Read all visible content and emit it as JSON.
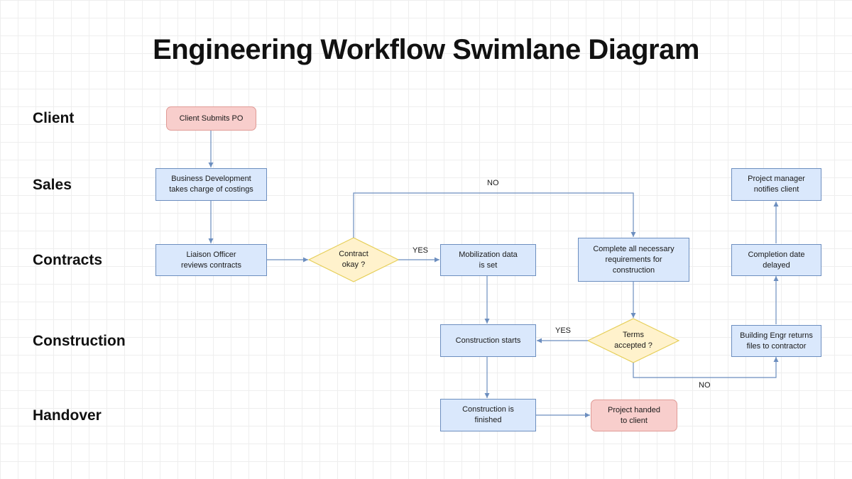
{
  "title": "Engineering Workflow Swimlane Diagram",
  "lanes": [
    "Client",
    "Sales",
    "Contracts",
    "Construction",
    "Handover"
  ],
  "colors": {
    "process_fill": "#dae8fc",
    "process_border": "#6c8ebf",
    "terminal_fill": "#f8cecc",
    "terminal_border": "#e09a95",
    "decision_fill": "#fff2cc",
    "decision_border": "#e6cf5a",
    "connector": "#6c8ebf"
  },
  "nodes": {
    "client_submits_po": "Client Submits PO",
    "business_development": "Business Development\ntakes charge of costings",
    "liaison_officer": "Liaison Officer\nreviews contracts",
    "contract_okay": "Contract\nokay ?",
    "mobilization_data": "Mobilization data\nis set",
    "complete_requirements": "Complete all necessary\nrequirements for\nconstruction",
    "terms_accepted": "Terms\naccepted ?",
    "construction_starts": "Construction starts",
    "construction_finished": "Construction is\nfinished",
    "project_handed": "Project handed\nto client",
    "building_engr_returns": "Building Engr returns\nfiles to contractor",
    "completion_date_delayed": "Completion date\ndelayed",
    "project_manager_notifies": "Project manager\nnotifies client"
  },
  "edge_labels": {
    "contract_no": "NO",
    "contract_yes": "YES",
    "terms_yes": "YES",
    "terms_no": "NO"
  }
}
